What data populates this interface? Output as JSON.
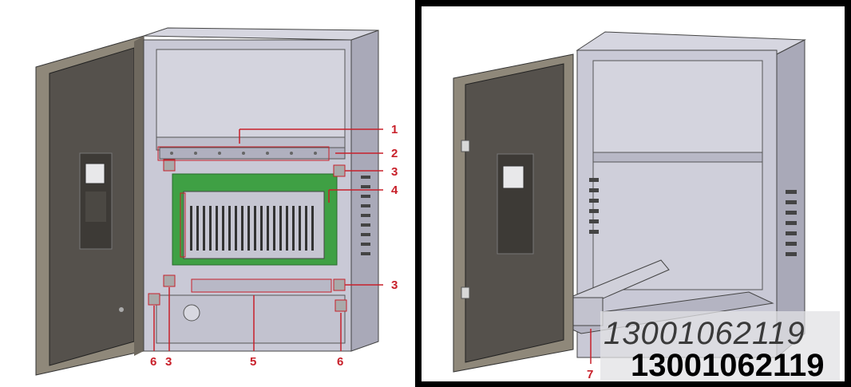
{
  "callouts": {
    "c1": "1",
    "c2": "2",
    "c3a": "3",
    "c4": "4",
    "c3b": "3",
    "c6a": "6",
    "c3c": "3",
    "c5": "5",
    "c6b": "6",
    "c7": "7"
  },
  "watermark": {
    "italic": "13001062119",
    "bold": "13001062119"
  },
  "colors": {
    "cabinet": "#c9c9d6",
    "cabinet_dark": "#a9a9b8",
    "door": "#55514c",
    "door_frame": "#8f887a",
    "board": "#3fa044",
    "callout": "#c8202a"
  }
}
